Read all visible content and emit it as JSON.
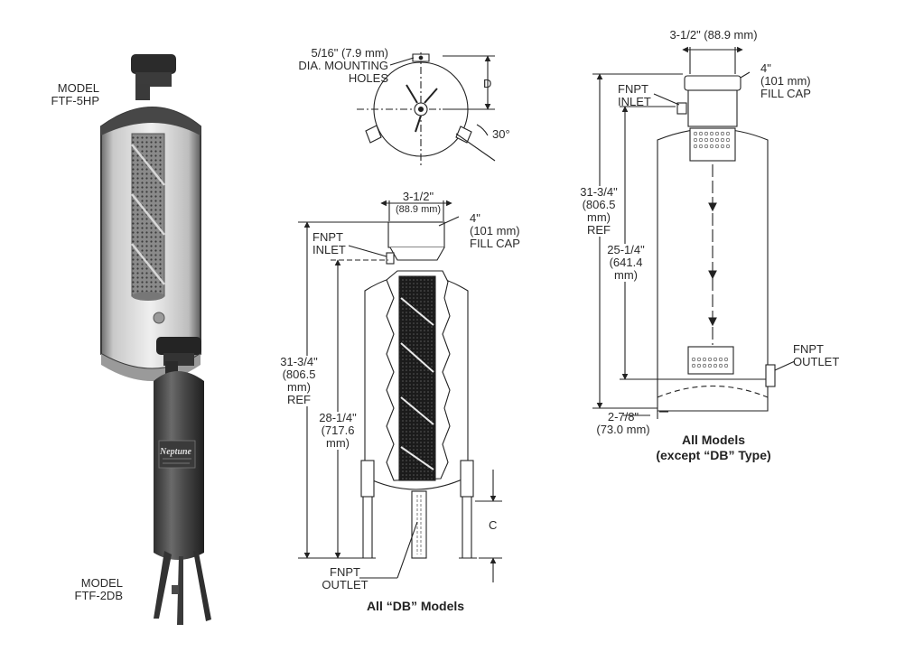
{
  "photos": {
    "model_5hp": {
      "line1": "MODEL",
      "line2": "FTF-5HP"
    },
    "model_2db": {
      "line1": "MODEL",
      "line2": "FTF-2DB"
    },
    "brand_text": "Neptune"
  },
  "top_view": {
    "holes": {
      "line1": "5/16\" (7.9 mm)",
      "line2": "DIA. MOUNTING",
      "line3": "HOLES"
    },
    "dim_d": "D",
    "angle": "30°"
  },
  "db_view": {
    "top_width": {
      "line1": "3-1/2\"",
      "line2": "(88.9 mm)"
    },
    "fill_cap": {
      "line1": "4\"",
      "line2": "(101 mm)",
      "line3": "FILL CAP"
    },
    "inlet": {
      "line1": "FNPT",
      "line2": "INLET"
    },
    "overall": {
      "line1": "31-3/4\"",
      "line2": "(806.5",
      "line3": "mm)",
      "line4": "REF"
    },
    "inner": {
      "line1": "28-1/4\"",
      "line2": "(717.6",
      "line3": "mm)"
    },
    "dim_c": "C",
    "outlet": {
      "line1": "FNPT",
      "line2": "OUTLET"
    },
    "caption": "All “DB” Models"
  },
  "std_view": {
    "top_width": "3-1/2\" (88.9 mm)",
    "fill_cap": {
      "line1": "4\"",
      "line2": "(101 mm)",
      "line3": "FILL CAP"
    },
    "inlet": {
      "line1": "FNPT",
      "line2": "INLET"
    },
    "overall": {
      "line1": "31-3/4\"",
      "line2": "(806.5",
      "line3": "mm)",
      "line4": "REF"
    },
    "inner": {
      "line1": "25-1/4\"",
      "line2": "(641.4",
      "line3": "mm)"
    },
    "outlet": {
      "line1": "FNPT",
      "line2": "OUTLET"
    },
    "bottom": {
      "line1": "2-7/8\"",
      "line2": "(73.0 mm)"
    },
    "caption_line1": "All Models",
    "caption_line2": "(except “DB” Type)"
  }
}
